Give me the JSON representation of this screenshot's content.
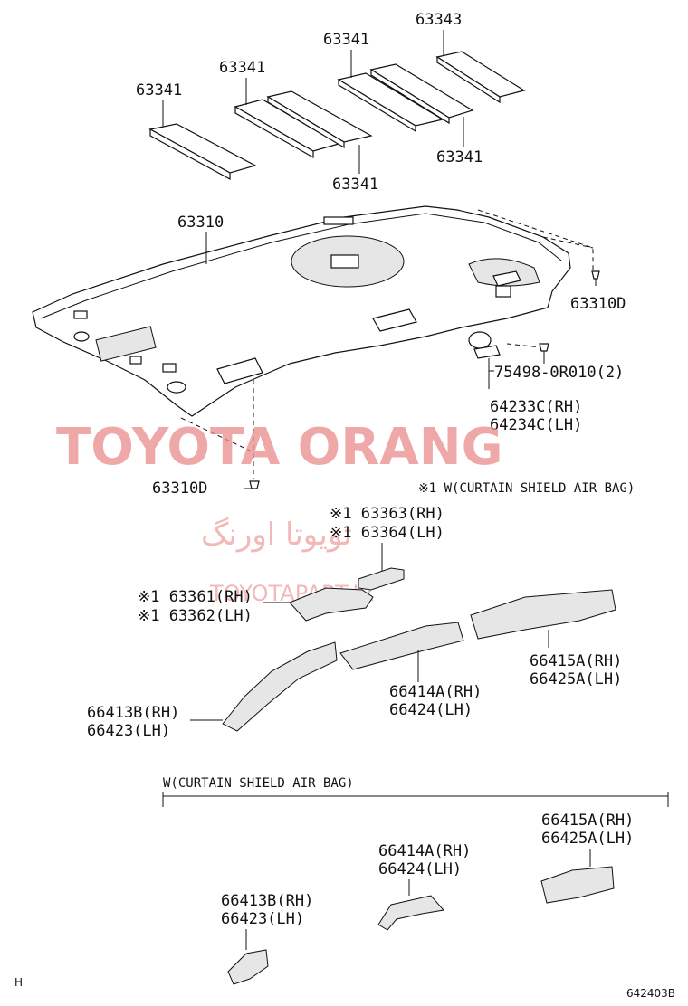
{
  "insulators": {
    "pad_a": "63341",
    "pad_b": "63341",
    "pad_c": "63341",
    "pad_d": "63341",
    "pad_e": "63341",
    "pad_f": "63343"
  },
  "headliner": {
    "assembly": "63310",
    "clip_right": "63310D",
    "clip_left": "63310D",
    "clip_bracket": "75498-0R010(2)",
    "visor_holder_rh": "64233C(RH)",
    "visor_holder_lh": "64234C(LH)"
  },
  "watermark": {
    "brand": "TOYOTA ORANG",
    "persian": "تویوتا اورنگ",
    "url": "TOYOTAPART.IR"
  },
  "notes": {
    "curtain_note": "※1 W(CURTAIN SHIELD AIR BAG)",
    "section_title": "W(CURTAIN SHIELD AIR BAG)"
  },
  "garnishes": {
    "p63363": "※1 63363(RH)",
    "p63364": "※1 63364(LH)",
    "p63361": "※1 63361(RH)",
    "p63362": "※1 63362(LH)",
    "p66413b_rh": "66413B(RH)",
    "p66423_lh": "66423(LH)",
    "p66414a_rh": "66414A(RH)",
    "p66424_lh": "66424(LH)",
    "p66415a_rh": "66415A(RH)",
    "p66425a_lh": "66425A(LH)"
  },
  "airbag_section": {
    "p66415a_rh": "66415A(RH)",
    "p66425a_lh": "66425A(LH)",
    "p66414a_rh": "66414A(RH)",
    "p66424_lh": "66424(LH)",
    "p66413b_rh": "66413B(RH)",
    "p66423_lh": "66423(LH)"
  },
  "footer": {
    "corner_code": "H",
    "diagram_id": "642403B"
  }
}
